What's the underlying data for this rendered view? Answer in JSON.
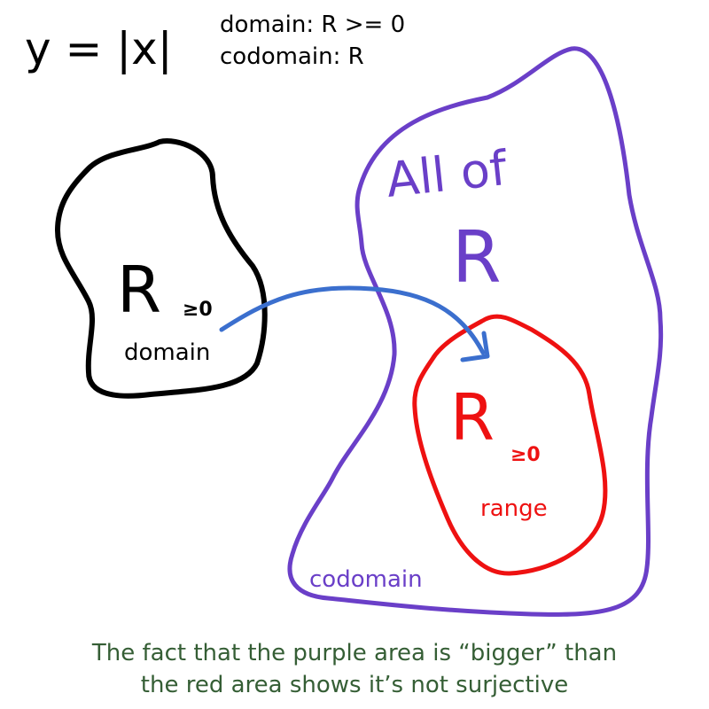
{
  "header": {
    "function_label": "y = |x|",
    "domain_line": "domain: R >= 0",
    "codomain_line": "codomain: R"
  },
  "domain_blob": {
    "set_symbol": "R",
    "set_subscript": "≥0",
    "label": "domain"
  },
  "codomain_blob": {
    "title_line": "All of",
    "set_symbol": "R",
    "label": "codomain"
  },
  "range_blob": {
    "set_symbol": "R",
    "set_subscript": "≥0",
    "label": "range"
  },
  "caption": {
    "line1": "The fact that the purple area is “bigger” than",
    "line2": "the red area shows it’s not surjective"
  },
  "colors": {
    "ink": "#000000",
    "codomain": "#6a3fc8",
    "range": "#ee1111",
    "arrow": "#3b6fce",
    "caption": "#355e35"
  }
}
